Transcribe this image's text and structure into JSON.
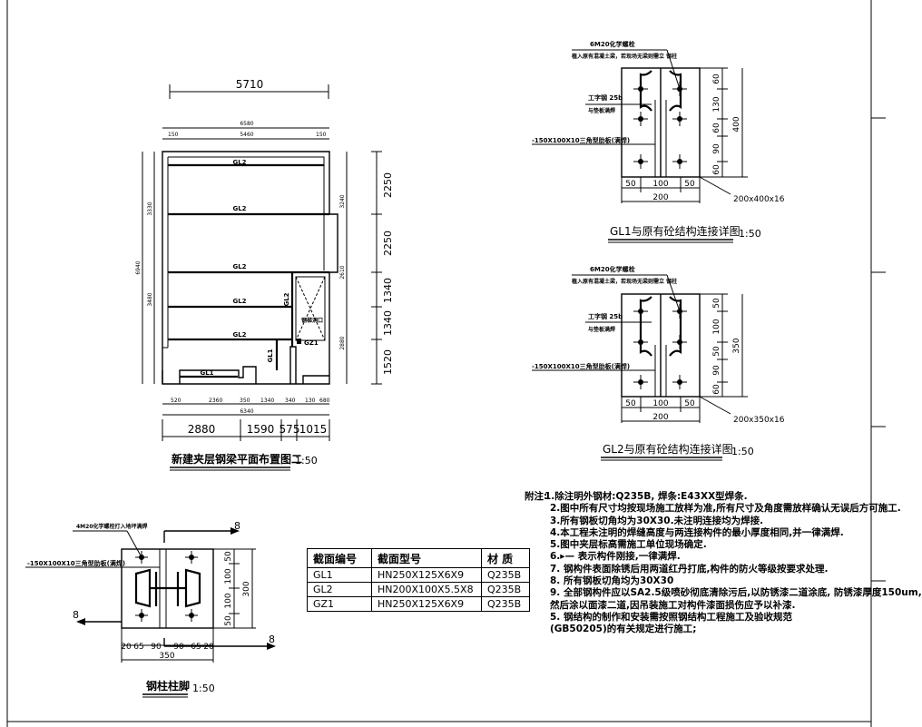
{
  "plan": {
    "title": "新建夹层钢梁平面布置图二",
    "scale": "1:50",
    "dim_top": "5710",
    "dim_sub1": "6580",
    "dim_sub2": "5460",
    "dim_sub_left": "150",
    "dim_sub_right": "150",
    "dim_right": [
      "2250",
      "2250",
      "1340",
      "1340",
      "1520"
    ],
    "dim_right_inner": [
      "3240",
      "2610",
      "2880"
    ],
    "dim_left_inner": [
      "3330",
      "3480"
    ],
    "dim_left_outer": "6940",
    "dim_bottom_small": [
      "520",
      "2360",
      "350",
      "1340",
      "340",
      "130",
      "680"
    ],
    "dim_bottom_mid": "6340",
    "dim_bottom": [
      "2880",
      "1590",
      "575",
      "1015"
    ],
    "beams": [
      "GL2",
      "GL2",
      "GL2",
      "GL2",
      "GL2",
      "GL1"
    ],
    "vertical_beams": [
      "GL2",
      "GL1"
    ],
    "column_label": "GZ1",
    "stair_label": "钢梯洞口"
  },
  "gl1_detail": {
    "title": "GL1与原有砼结构连接详图",
    "scale": "1:50",
    "bolt_note": "6M20化学螺栓",
    "bolt_note2": "植入原有混凝土梁，若现场无梁则需立 钢柱",
    "beam_note": "工字钢 25b",
    "weld_note": "与垫板满焊",
    "stiffener_note": "-150X100X10三角型肋板(满焊)",
    "plate_note": "200x400x16",
    "dim_right": [
      "60",
      "130",
      "60",
      "90",
      "60"
    ],
    "dim_total": "400",
    "dim_bottom": [
      "50",
      "100",
      "50"
    ],
    "dim_width": "200"
  },
  "gl2_detail": {
    "title": "GL2与原有砼结构连接详图",
    "scale": "1:50",
    "bolt_note": "6M20化学螺栓",
    "bolt_note2": "植入原有混凝土梁，若现场无梁则需立 钢柱",
    "beam_note": "工字钢 25b",
    "weld_note": "与垫板满焊",
    "stiffener_note": "-150X100X10三角型肋板(满焊)",
    "plate_note": "200x350x16",
    "dim_right": [
      "50",
      "100",
      "50",
      "90",
      "60"
    ],
    "dim_total": "350",
    "dim_bottom": [
      "50",
      "100",
      "50"
    ],
    "dim_width": "200"
  },
  "column_foot": {
    "title": "钢柱柱脚",
    "scale": "1:50",
    "bolt_note": "4M20化学螺栓打入地坪满焊",
    "stiffener_note": "-150X100X10三角型肋板(满焊)",
    "section_mark": "8",
    "dim_right": [
      "50",
      "100",
      "100",
      "50"
    ],
    "dim_total": "300",
    "dim_bottom": [
      "20",
      "65",
      "90",
      "90",
      "65",
      "20"
    ],
    "dim_width": "350"
  },
  "section_table": {
    "headers": [
      "截面编号",
      "截面型号",
      "材 质"
    ],
    "rows": [
      [
        "GL1",
        "HN250X125X6X9",
        "Q235B"
      ],
      [
        "GL2",
        "HN200X100X5.5X8",
        "Q235B"
      ],
      [
        "GZ1",
        "HN250X125X6X9",
        "Q235B"
      ]
    ]
  },
  "notes": {
    "head": "附注:",
    "items": [
      "1.除注明外钢材:Q235B, 焊条:E43XX型焊条.",
      "2.图中所有尺寸均按现场施工放样为准,所有尺寸及角度需放样确认无误后方可施工.",
      "3.所有钢板切角均为30X30.未注明连接均为焊接.",
      "4.本工程未注明的焊缝高度与两连接构件的最小厚度相同,并一律满焊.",
      "5.图中夹层标高需施工单位现场确定.",
      "6.▸— 表示构件刚接,一律满焊.",
      "7. 钢构件表面除锈后用两道红丹打底,构件的防火等级按要求处理.",
      "8. 所有钢板切角均为30X30",
      "9. 全部钢构件应以SA2.5级喷砂彻底清除污后,以防锈漆二道涂底, 防锈漆厚度150um,",
      "然后涂以面漆二道,因吊装施工对构件漆面损伤应予以补漆.",
      "5. 钢结构的制作和安装需按照钢结构工程施工及验收规范",
      "(GB50205)的有关规定进行施工;"
    ]
  }
}
